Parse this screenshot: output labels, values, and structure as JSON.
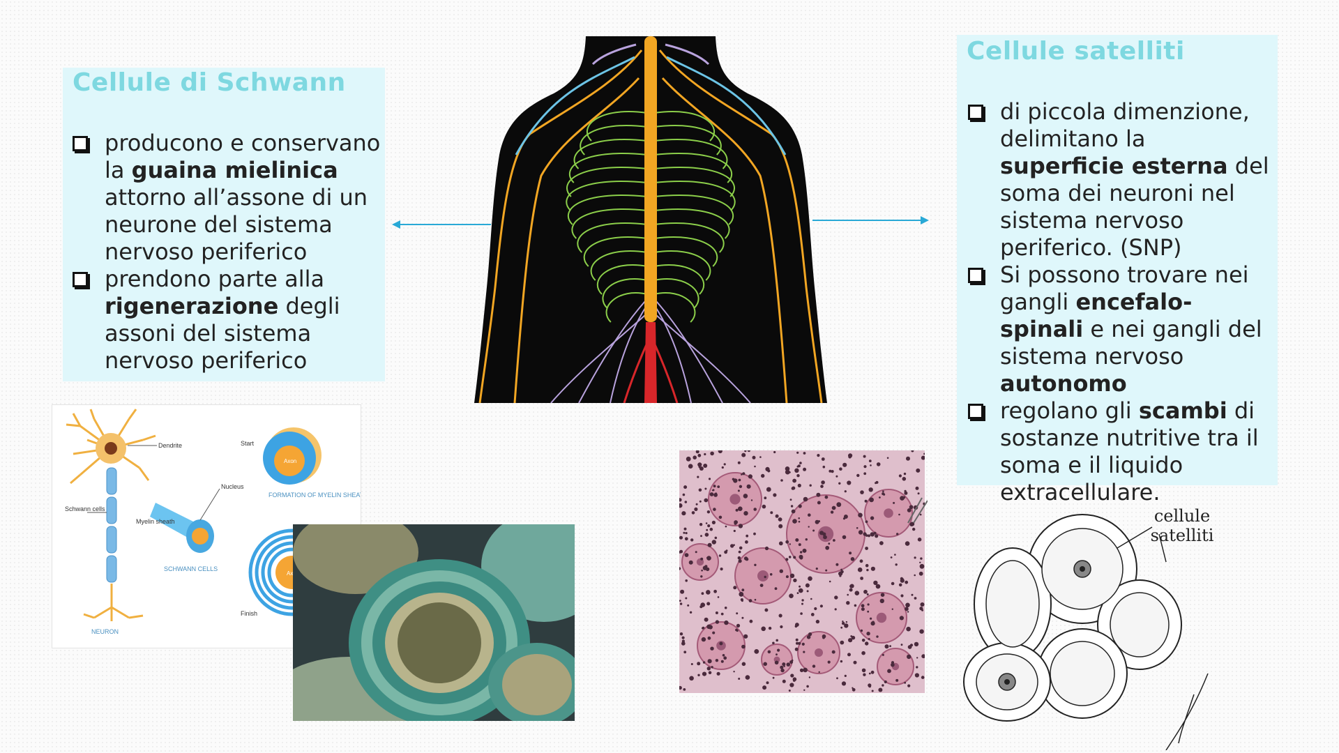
{
  "left_panel": {
    "title": "Cellule di Schwann",
    "bullets": [
      {
        "parts": [
          {
            "t": "producono e conservano la ",
            "b": false
          },
          {
            "t": "guaina mielinica",
            "b": true
          },
          {
            "t": " attorno all’assone di un neurone del sistema nervoso periferico",
            "b": false
          }
        ]
      },
      {
        "parts": [
          {
            "t": "prendono parte alla ",
            "b": false
          },
          {
            "t": "rigenerazione",
            "b": true
          },
          {
            "t": " degli assoni del sistema nervoso periferico",
            "b": false
          }
        ]
      }
    ]
  },
  "right_panel": {
    "title": "Cellule satelliti",
    "bullets": [
      {
        "parts": [
          {
            "t": "di piccola dimenzione, delimitano la ",
            "b": false
          },
          {
            "t": "superficie esterna",
            "b": true
          },
          {
            "t": " del soma dei neuroni nel sistema nervoso periferico. (SNP)",
            "b": false
          }
        ]
      },
      {
        "parts": [
          {
            "t": "Si possono trovare nei gangli ",
            "b": false
          },
          {
            "t": "encefalo-spinali",
            "b": true
          },
          {
            "t": " e nei gangli del sistema nervoso ",
            "b": false
          },
          {
            "t": "autonomo",
            "b": true
          }
        ]
      },
      {
        "parts": [
          {
            "t": "regolano gli ",
            "b": false
          },
          {
            "t": "scambi",
            "b": true
          },
          {
            "t": " di sostanze nutritive tra il soma e il liquido extracellulare.",
            "b": false
          }
        ]
      }
    ]
  },
  "schwann_diagram": {
    "dendrite": "Dendrite",
    "schwann_cells": "Schwann cells",
    "nucleus": "Nucleus",
    "myelin_sheath": "Myelin sheath",
    "axon": "Axon",
    "start": "Start",
    "finish": "Finish",
    "formation": "FORMATION OF MYELIN SHEATH",
    "schwann_label": "SCHWANN CELLS",
    "neuron": "NEURON"
  },
  "satellite_drawing": {
    "label": "cellule satelliti"
  },
  "colors": {
    "panel_bg": "#dff7fb",
    "title": "#7ed8e0",
    "arrow": "#29a9d6",
    "spinal_cord": "#f2a623",
    "nerve_green": "#8ccf4a",
    "nerve_purple": "#b9a3de",
    "nerve_red": "#d8262a"
  }
}
